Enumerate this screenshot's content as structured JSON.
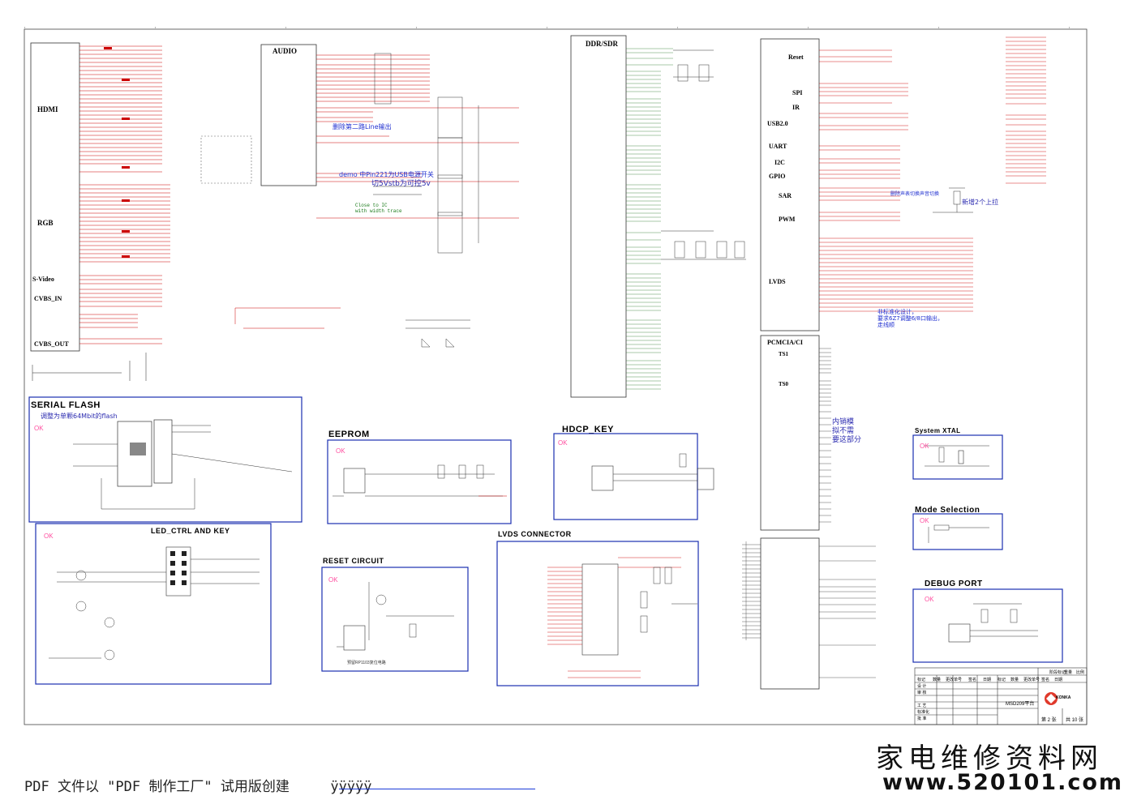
{
  "sections": {
    "audio": "AUDIO",
    "ddr": "DDR/SDR",
    "hdmi": "HDMI",
    "rgb": "RGB",
    "svideo": "S-Video",
    "cvbs_in": "CVBS_IN",
    "cvbs_out": "CVBS_OUT",
    "serial_flash": "SERIAL FLASH",
    "eeprom": "EEPROM",
    "hdcp_key": "HDCP_KEY",
    "led_ctrl": "LED_CTRL AND KEY",
    "reset_circuit": "RESET CIRCUIT",
    "lvds_connector": "LVDS CONNECTOR",
    "system_xtal": "System XTAL",
    "mode_selection": "Mode Selection",
    "debug_port": "DEBUG PORT",
    "pcmcia": "PCMCIA/CI",
    "reset": "Reset",
    "spi": "SPI",
    "ir": "IR",
    "usb": "USB2.0",
    "uart": "UART",
    "i2c": "I2C",
    "gpio": "GPIO",
    "sar": "SAR",
    "pwm": "PWM",
    "lvds": "LVDS",
    "ts1": "TS1",
    "ts0": "TS0"
  },
  "ok_marks": {
    "serial_flash": "OK",
    "eeprom": "OK",
    "hdcp": "OK",
    "led": "OK",
    "reset": "OK",
    "system_xtal": "OK",
    "mode": "OK",
    "debug": "OK"
  },
  "notes": {
    "flash_note": "调整为单颗64Mbit的flash",
    "audio_note1": "删除第二路Line输出",
    "audio_note2": "demo 中Pin221为USB电源开关",
    "audio_note3": "切5Vstb为可控5v",
    "close_ic": "Close to IC",
    "width_trace": "with width trace",
    "gpio_note1": "新增2个上拉",
    "gpio_note2": "删除声表切换声音切换",
    "ci_note1": "内销模",
    "ci_note2": "拟不需",
    "ci_note3": "要这部分",
    "lvds_note1": "非标准化设计，",
    "lvds_note2": "要求6Z7调整6/8口输出，",
    "lvds_note3": "走线顺",
    "reset_note": "预留RP1103复位电路"
  },
  "title_block": {
    "company": "KONKA",
    "product": "MSD209平台",
    "sheet": "第 2 张",
    "total": "共 10 张",
    "headers": [
      "标记",
      "数量",
      "更改单号",
      "签名",
      "日期",
      "标记",
      "数量",
      "更改单号",
      "签名",
      "日期"
    ],
    "roles": [
      "设 计",
      "审 核",
      "工 艺",
      "标准化",
      "批 准"
    ],
    "stage_labels": [
      "阶段标记",
      "重量",
      "比例"
    ]
  },
  "footer": {
    "text": "PDF 文件以 \"PDF 制作工厂\" 试用版创建",
    "link": "ÿÿÿÿÿ"
  },
  "watermark": {
    "line1": "家电维修资料网",
    "line2": "www.520101.com"
  }
}
